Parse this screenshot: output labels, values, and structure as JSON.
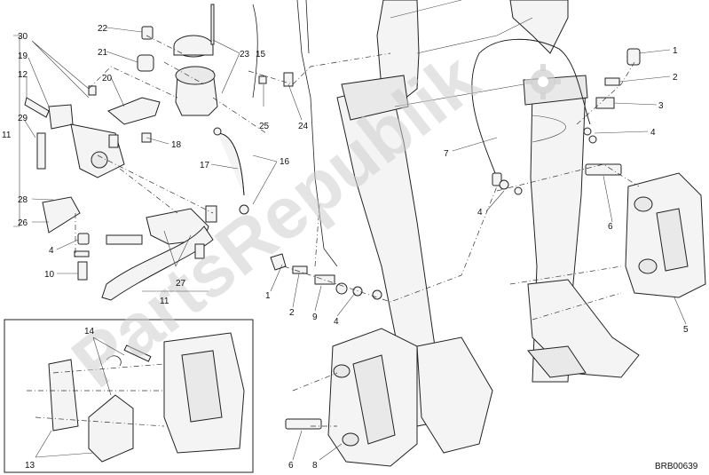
{
  "watermark": "PartsRepublik",
  "drawing_code": "BRB00639",
  "callouts": {
    "c30": "30",
    "c19": "19",
    "c12": "12",
    "c11a": "11",
    "c29": "29",
    "c28": "28",
    "c26": "26",
    "c4a": "4",
    "c10": "10",
    "c22": "22",
    "c21": "21",
    "c20": "20",
    "c18": "18",
    "c23": "23",
    "c15": "15",
    "c25": "25",
    "c24": "24",
    "c17": "17",
    "c16": "16",
    "c27": "27",
    "c11b": "11",
    "c1a": "1",
    "c2a": "2",
    "c9": "9",
    "c4b": "4",
    "c7": "7",
    "c4c": "4",
    "c1b": "1",
    "c2b": "2",
    "c3": "3",
    "c4d": "4",
    "c6a": "6",
    "c5": "5",
    "c14": "14",
    "c13": "13",
    "c6b": "6",
    "c8": "8"
  }
}
